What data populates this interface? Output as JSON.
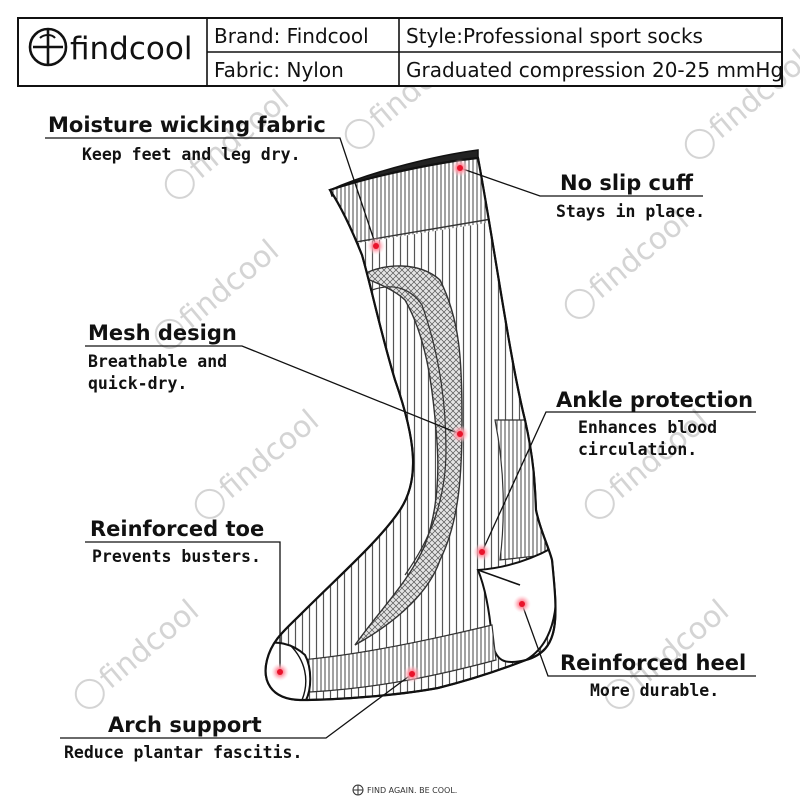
{
  "header": {
    "logo_text": "findcool",
    "brand": "Brand: Findcool",
    "fabric": "Fabric: Nylon",
    "style": "Style:Professional sport socks",
    "compression": "Graduated compression 20-25 mmHg"
  },
  "features": [
    {
      "title": "Moisture wicking fabric",
      "desc": [
        "Keep feet and leg dry."
      ]
    },
    {
      "title": "No slip cuff",
      "desc": [
        "Stays in place."
      ]
    },
    {
      "title": "Mesh design",
      "desc": [
        "Breathable and",
        "quick-dry."
      ]
    },
    {
      "title": "Ankle protection",
      "desc": [
        "Enhances blood",
        "circulation."
      ]
    },
    {
      "title": "Reinforced toe",
      "desc": [
        "Prevents busters."
      ]
    },
    {
      "title": "Reinforced heel",
      "desc": [
        "More durable."
      ]
    },
    {
      "title": "Arch support",
      "desc": [
        "Reduce plantar fascitis."
      ]
    }
  ],
  "watermark_text": "findcool",
  "footer_text": "FIND AGAIN. BE COOL.",
  "colors": {
    "dot": "#e8132b",
    "dot_glow": "#ff9aa8",
    "line": "#111111",
    "watermark": "#d4d4d4"
  }
}
